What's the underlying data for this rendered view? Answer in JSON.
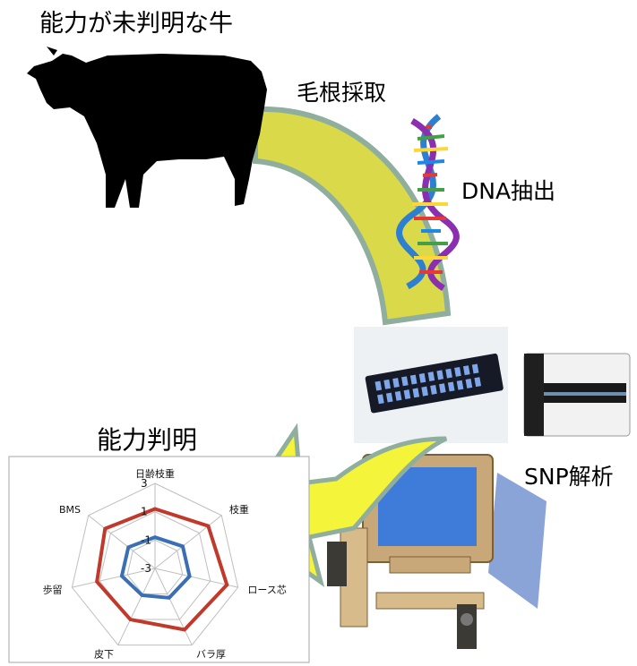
{
  "labels": {
    "unknown_cattle": "能力が未判明な牛",
    "hair_sampling": "毛根採取",
    "dna_extraction": "DNA抽出",
    "ability_result": "能力判明",
    "snp_analysis": "SNP解析"
  },
  "colors": {
    "arc_fill": "#d9d94a",
    "arc_border": "#8fae9e",
    "arrow_fill": "#f4f43a",
    "arrow_border": "#8fae9e",
    "series_outer": "#c0392b",
    "series_inner": "#3a6fb5",
    "grid": "#bfbfbf"
  },
  "chart_data": {
    "type": "radar",
    "axes": [
      "日齢枝重",
      "枝重",
      "ロース芯",
      "バラ厚",
      "皮下",
      "歩留",
      "BMS"
    ],
    "tick_labels": [
      "3",
      "1",
      "-1",
      "-3"
    ],
    "range": [
      -3,
      3
    ],
    "series": [
      {
        "color": "#c0392b",
        "values": [
          1.2,
          1.8,
          2.2,
          1.8,
          1.0,
          1.2,
          1.5
        ]
      },
      {
        "color": "#3a6fb5",
        "values": [
          -0.8,
          -0.5,
          -0.5,
          -0.7,
          -0.9,
          -0.6,
          -0.6
        ]
      }
    ]
  }
}
